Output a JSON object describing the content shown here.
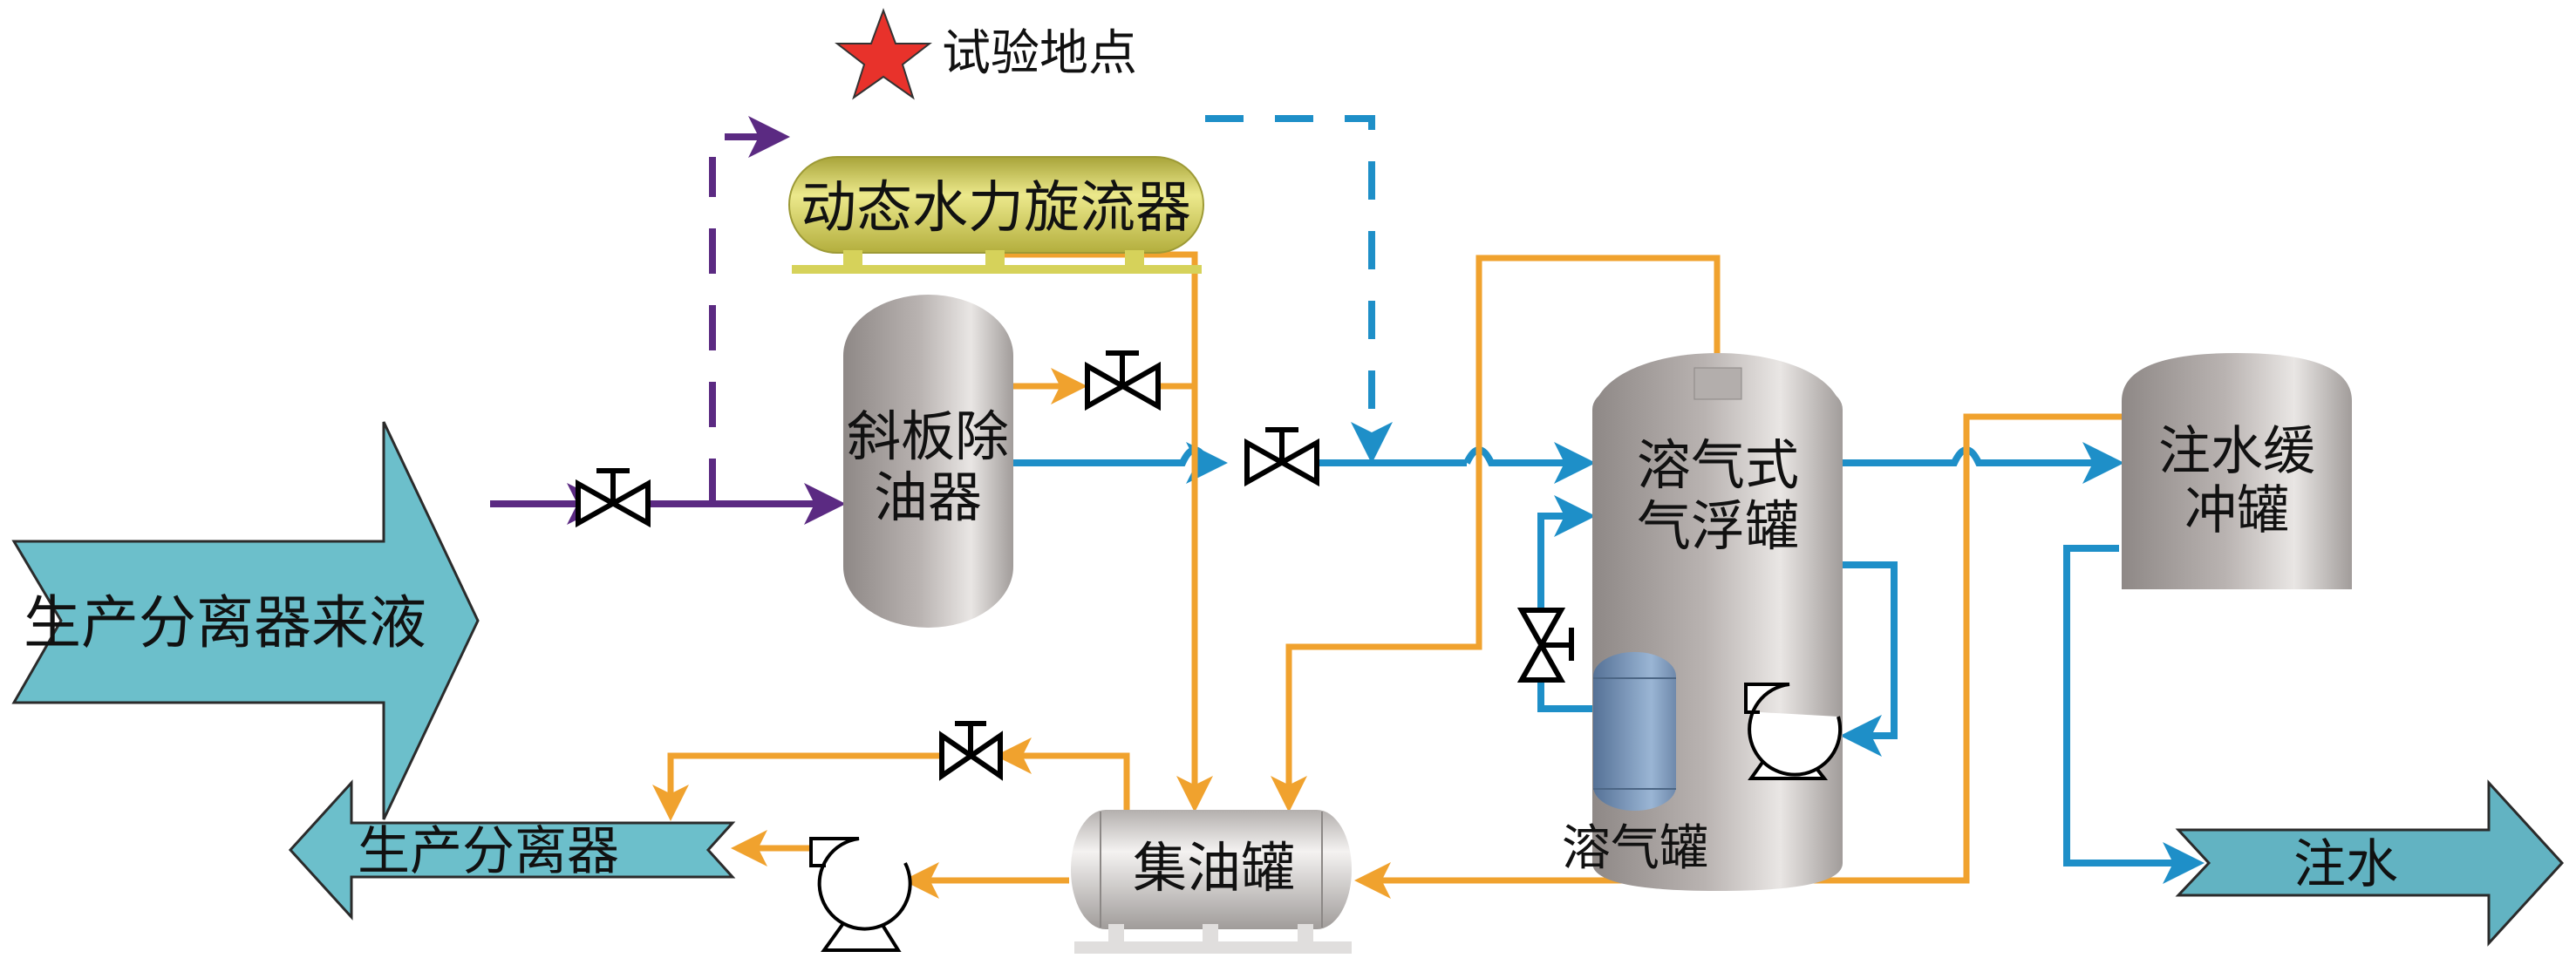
{
  "diagram": {
    "legend": {
      "marker": "star-icon",
      "label": "试验地点"
    },
    "colors": {
      "oil": "#f0a22e",
      "water": "#1e8fc8",
      "inflow": "#5b2a82",
      "arrow_fill": "#6cbfcb",
      "cyclone": "#d6d25a",
      "vessel": "#b5b0ae",
      "air_tank": "#6f8fb3",
      "star": "#e8322b"
    },
    "equipment": {
      "cyclone": "动态水力旋流器",
      "skimmer": [
        "斜板除",
        "油器"
      ],
      "daf": [
        "溶气式",
        "气浮罐"
      ],
      "buffer": [
        "注水缓",
        "冲罐"
      ],
      "air_tank": "溶气罐",
      "oil_tank": "集油罐"
    },
    "terminals": {
      "inlet": "生产分离器来液",
      "oil_return": "生产分离器",
      "injection": "注水"
    }
  }
}
